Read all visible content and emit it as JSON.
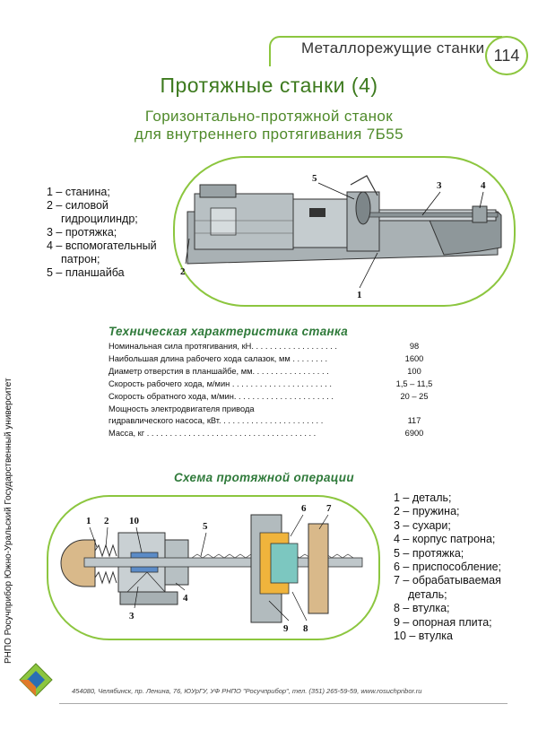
{
  "header": {
    "section_title": "Металлорежущие станки",
    "page_number": "114"
  },
  "title": "Протяжные станки (4)",
  "subtitle_line1": "Горизонтально-протяжной станок",
  "subtitle_line2": "для внутреннего протягивания 7Б55",
  "machine_legend": [
    "1 – станина;",
    "2 – силовой",
    "гидроцилиндр;",
    "3 – протяжка;",
    "4 – вспомогательный",
    "патрон;",
    "5 – планшайба"
  ],
  "machine_labels": [
    "1",
    "2",
    "3",
    "4",
    "5"
  ],
  "specs": {
    "title": "Техническая характеристика станка",
    "rows": [
      {
        "label": "Номинальная сила протягивания, кН. . . . . . . . . . . . . . . . . . .",
        "value": "98"
      },
      {
        "label": "Наибольшая длина рабочего хода салазок, мм . . . . . . . .",
        "value": "1600"
      },
      {
        "label": "Диаметр отверстия в планшайбе, мм. . . . . . . . . . . . . . . . .",
        "value": "100"
      },
      {
        "label": "Скорость рабочего хода, м/мин . . . . . . . . . . . . . . . . . . . . . .",
        "value": "1,5 – 11,5"
      },
      {
        "label": "Скорость обратного хода, м/мин. . . . . . . . . . . . . . . . . . . . . .",
        "value": "20 – 25"
      },
      {
        "label": "Мощность электродвигателя привода",
        "value": ""
      },
      {
        "label": "гидравлического насоса, кВт. . . . . . . . . . . . . . . . . . . . . . .",
        "value": "117"
      },
      {
        "label": "Масса, кг . . . . . . . . . . . . . . . . . . . . . . . . . . . . . . . . . . . . .",
        "value": "6900"
      }
    ]
  },
  "scheme": {
    "title": "Схема протяжной операции",
    "legend": [
      "1 – деталь;",
      "2 – пружина;",
      "3 – сухари;",
      "4 – корпус патрона;",
      "5 – протяжка;",
      "6 – приспособление;",
      "7 – обрабатываемая",
      "деталь;",
      "8 – втулка;",
      "9 – опорная плита;",
      "10 – втулка"
    ],
    "labels": [
      "1",
      "2",
      "10",
      "5",
      "3",
      "4",
      "6",
      "7",
      "9",
      "8"
    ]
  },
  "side_text": "РНПО Росучприбор   Южно-Уральский Государственный университет",
  "footer": "454080, Челябинск, пр. Ленина, 76, ЮУрГУ, УФ РНПО \"Росучприбор\", тел. (351) 265-59-59, www.rosuchpribor.ru",
  "colors": {
    "accent_green": "#8cc63f",
    "title_green": "#3d7a1e",
    "section_green": "#2f7a3a",
    "machine_gray": "#9aa3a6"
  }
}
